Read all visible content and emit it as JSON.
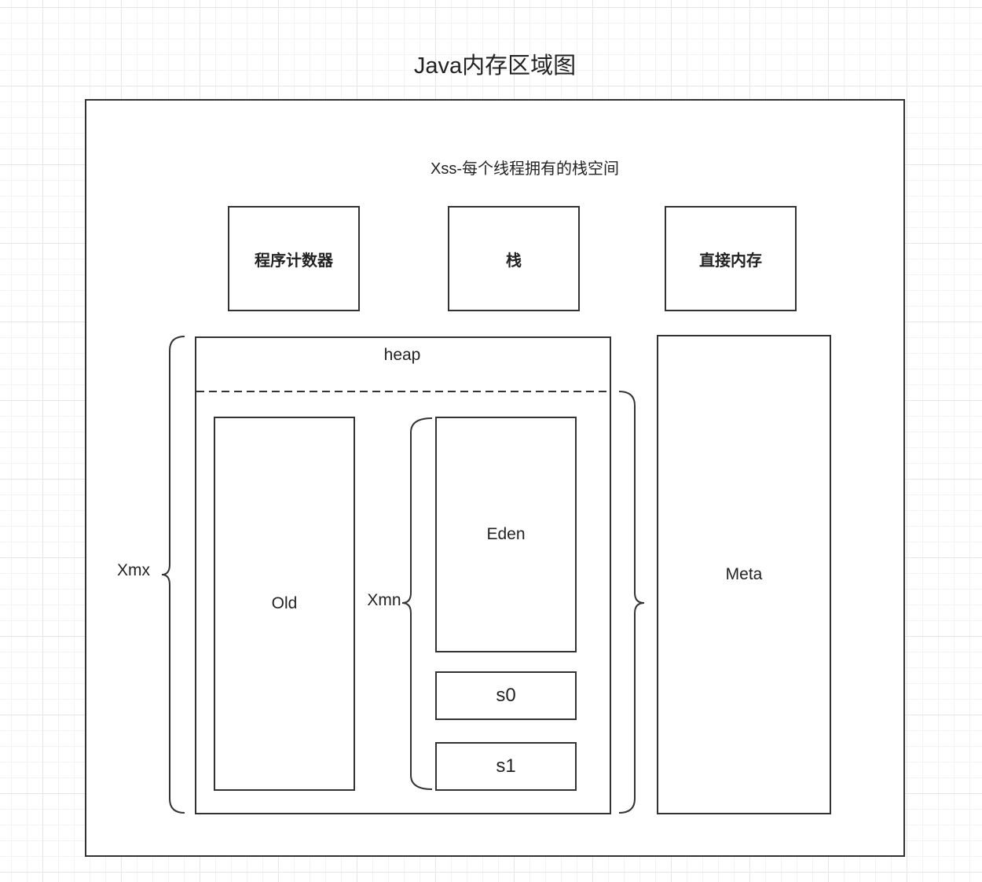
{
  "diagram": {
    "title": "Java内存区域图",
    "xss_label": "Xss-每个线程拥有的栈空间",
    "thread_regions": [
      {
        "id": "pc",
        "label": "程序计数器"
      },
      {
        "id": "stack",
        "label": "栈"
      },
      {
        "id": "direct",
        "label": "直接内存"
      }
    ],
    "heap": {
      "label": "heap",
      "old_label": "Old",
      "eden_label": "Eden",
      "s0_label": "s0",
      "s1_label": "s1"
    },
    "meta_label": "Meta",
    "xmx_label": "Xmx",
    "xmn_label": "Xmn"
  },
  "colors": {
    "stroke": "#333333",
    "background": "#ffffff",
    "grid": "#e6e6e6"
  }
}
